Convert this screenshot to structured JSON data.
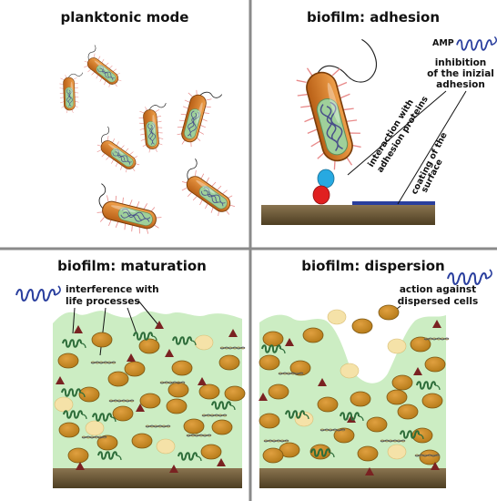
{
  "panels": {
    "planktonic": {
      "title": "planktonic mode"
    },
    "adhesion": {
      "title": "biofilm: adhesion",
      "amp_label": "AMP",
      "inhibition_line1": "inhibition",
      "inhibition_line2": "of the inizial",
      "inhibition_line3": "adhesion",
      "interaction_line1": "interaction with",
      "interaction_line2": "adhesion proteins",
      "coating_line1": "coating of the",
      "coating_line2": "surface"
    },
    "maturation": {
      "title": "biofilm: maturation",
      "interference_line1": "interference with",
      "interference_line2": "life processes"
    },
    "dispersion": {
      "title": "biofilm: dispersion",
      "action_line1": "action against",
      "action_line2": "dispersed cells"
    }
  },
  "colors": {
    "divider": "#8a8a8a",
    "surface": "#6b5a3a",
    "matrix": "#c9ecc0",
    "bacterium_body": "#d9832a",
    "bacterium_light": "#f2e1a6",
    "amp": "#2a3f9e",
    "triangle": "#7a2222",
    "adhesin_blue": "#27a9e1",
    "adhesin_red": "#e02020"
  }
}
